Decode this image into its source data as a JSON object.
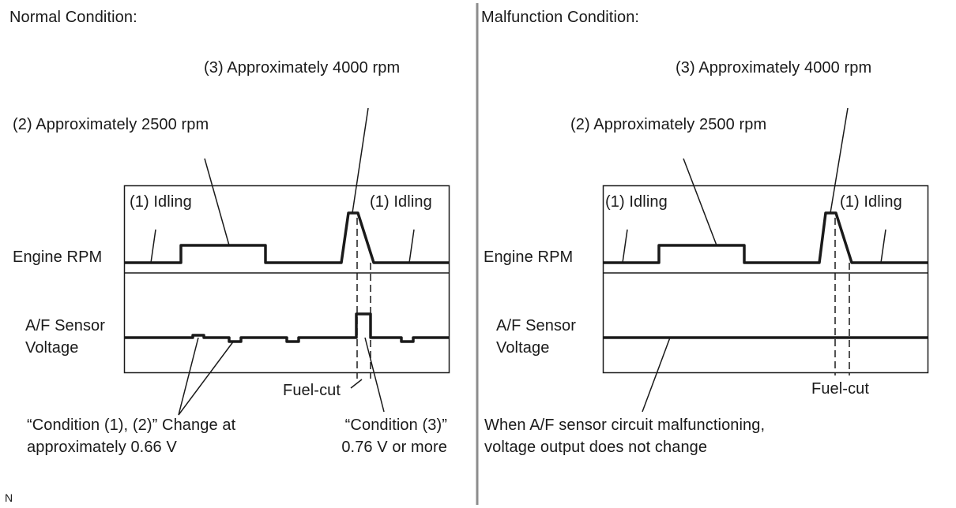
{
  "normal": {
    "heading": "Normal Condition:",
    "label_approx_4000": "(3) Approximately 4000 rpm",
    "label_approx_2500": "(2) Approximately 2500 rpm",
    "label_idling_left": "(1) Idling",
    "label_idling_right": "(1) Idling",
    "row_engine_rpm": "Engine RPM",
    "row_af_sensor": "A/F Sensor\nVoltage",
    "label_fuel_cut": "Fuel-cut",
    "note_condition_12": "“Condition (1), (2)” Change at\napproximately 0.66 V",
    "note_condition_3": "“Condition (3)”\n0.76 V or more"
  },
  "malfunction": {
    "heading": "Malfunction Condition:",
    "label_approx_4000": "(3) Approximately 4000 rpm",
    "label_approx_2500": "(2) Approximately 2500 rpm",
    "label_idling_left": "(1) Idling",
    "label_idling_right": "(1) Idling",
    "row_engine_rpm": "Engine RPM",
    "row_af_sensor": "A/F Sensor\nVoltage",
    "label_fuel_cut": "Fuel-cut",
    "note": "When A/F sensor circuit malfunctioning,\nvoltage output does not change"
  },
  "footer_mark": "N",
  "colors": {
    "line": "#1a1a1a",
    "divider": "#8c8c8c",
    "background": "#ffffff"
  }
}
